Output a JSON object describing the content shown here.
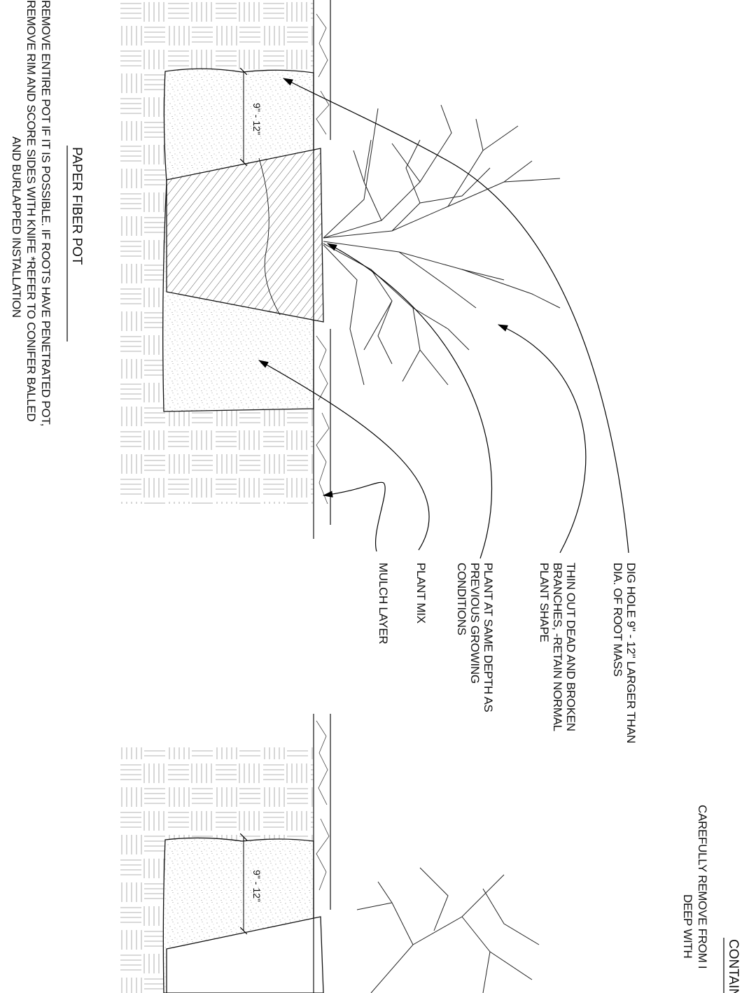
{
  "callouts": {
    "dig_hole": [
      "DIG HOLE 9\" - 12\" LARGER THAN",
      "DIA. OF ROOT MASS"
    ],
    "thin_out": [
      "THIN OUT DEAD AND BROKEN",
      "BRANCHES, -RETAIN NORMAL",
      "PLANT SHAPE"
    ],
    "plant_depth": [
      "PLANT AT SAME DEPTH AS",
      "PREVIOUS GROWING",
      "CONDITIONS"
    ],
    "plant_mix": "PLANT MIX",
    "mulch": "MULCH LAYER"
  },
  "detail_paper_fiber": {
    "title": "PAPER FIBER POT",
    "notes": [
      "REMOVE ENTIRE POT IF IT IS POSSIBLE. IF ROOTS HAVE PENETRATED POT,",
      "REMOVE RIM AND SCORE SIDES WITH KNIFE *REFER TO CONIFER BALLED",
      "AND   BURLAPPED INSTALLATION"
    ],
    "dimension": "9\" - 12\""
  },
  "detail_container": {
    "title": "CONTAIN",
    "notes": [
      "CAREFULLY REMOVE FROM I",
      "DEEP WITH"
    ],
    "dimension": "9\" - 12\""
  }
}
